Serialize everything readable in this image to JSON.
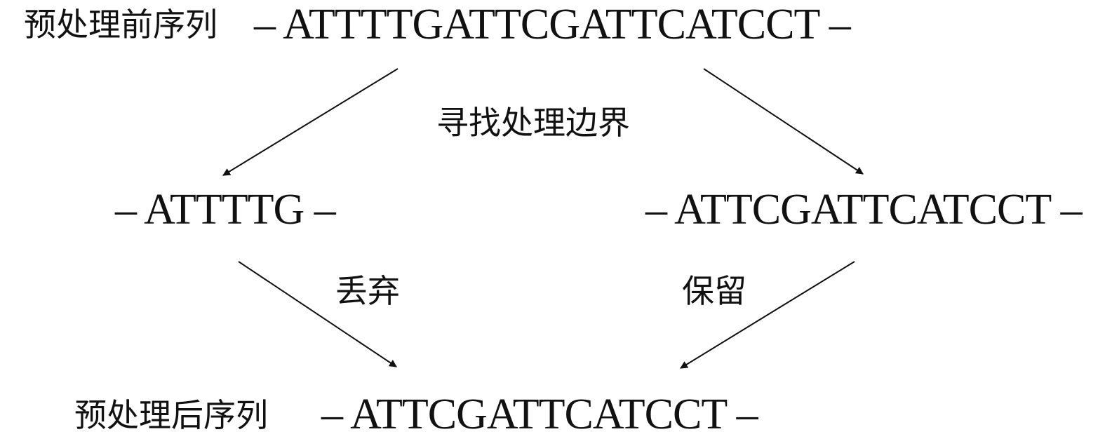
{
  "top": {
    "label": "预处理前序列",
    "sequence": "– ATTTTGATTCGATTCATCCT –"
  },
  "middle_label": "寻找处理边界",
  "left_fragment": "– ATTTTG –",
  "right_fragment": "– ATTCGATTCATCCT –",
  "discard_label": "丢弃",
  "keep_label": "保留",
  "bottom": {
    "label": "预处理后序列",
    "sequence": "– ATTCGATTCATCCT –"
  },
  "colors": {
    "ink": "#111111",
    "background": "#ffffff"
  }
}
